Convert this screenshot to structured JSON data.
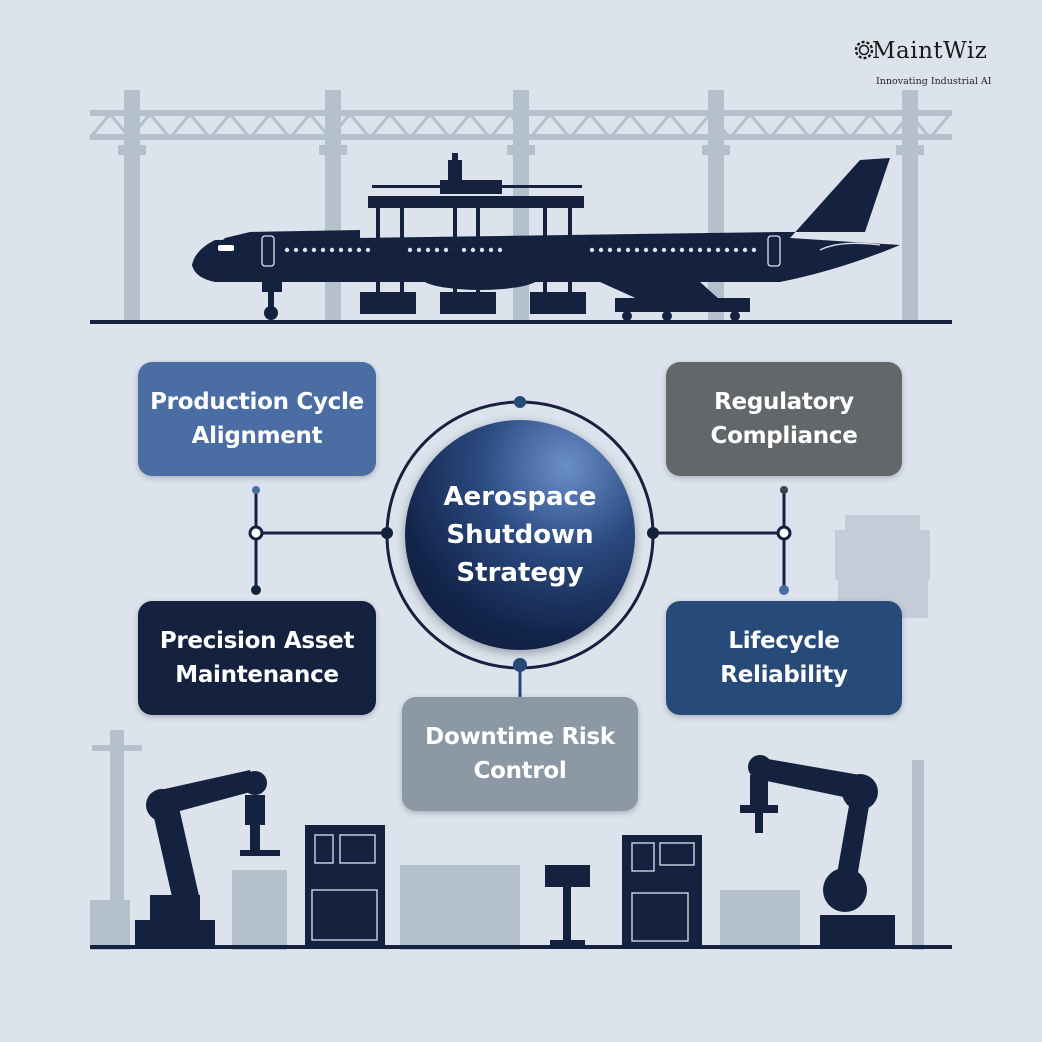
{
  "logo": {
    "name": "MaintWiz",
    "tagline": "Innovating Industrial AI",
    "icon": "gear-icon"
  },
  "center": {
    "lines": [
      "Aerospace",
      "Shutdown",
      "Strategy"
    ],
    "gradient_colors": [
      "#6b8fca",
      "#2b4a80",
      "#13244a"
    ]
  },
  "nodes": [
    {
      "id": "production-cycle-alignment",
      "lines": [
        "Production Cycle",
        "Alignment"
      ],
      "color": "#4a6da3",
      "position": "top-left"
    },
    {
      "id": "regulatory-compliance",
      "lines": [
        "Regulatory",
        "Compliance"
      ],
      "color": "#646769",
      "position": "top-right"
    },
    {
      "id": "precision-asset-maintenance",
      "lines": [
        "Precision Asset",
        "Maintenance"
      ],
      "color": "#15223f",
      "position": "bottom-left"
    },
    {
      "id": "lifecycle-reliability",
      "lines": [
        "Lifecycle",
        "Reliability"
      ],
      "color": "#284a78",
      "position": "bottom-right"
    },
    {
      "id": "downtime-risk-control",
      "lines": [
        "Downtime Risk",
        "Control"
      ],
      "color": "#8d98a5",
      "position": "bottom-center"
    }
  ],
  "illustration": {
    "top": "aircraft-in-hangar-with-maintenance-gantry",
    "bottom": "industrial-robot-arms-and-cnc-machines",
    "dark_color": "#14223f",
    "light_color": "#b5c0cd",
    "background": "#dce3ec"
  }
}
